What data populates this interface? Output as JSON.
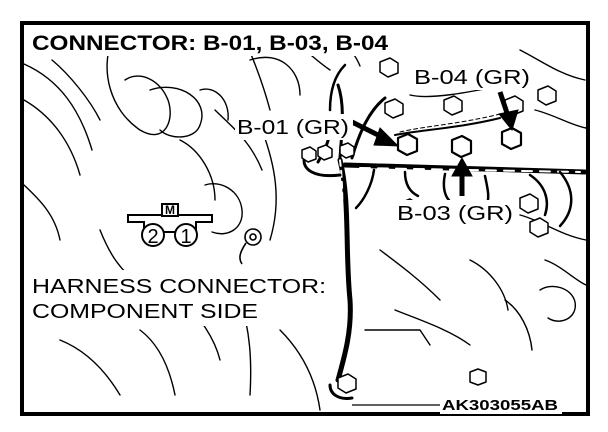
{
  "title": "CONNECTOR: B-01, B-03, B-04",
  "labels": {
    "b04": "B-04 (GR)",
    "b01": "B-01 (GR)",
    "b03": "B-03 (GR)"
  },
  "harness_note_line1": "HARNESS CONNECTOR:",
  "harness_note_line2": "COMPONENT SIDE",
  "connector_symbol": {
    "marker": "M",
    "pins": [
      "2",
      "1"
    ]
  },
  "figure_code": "AK303055AB"
}
